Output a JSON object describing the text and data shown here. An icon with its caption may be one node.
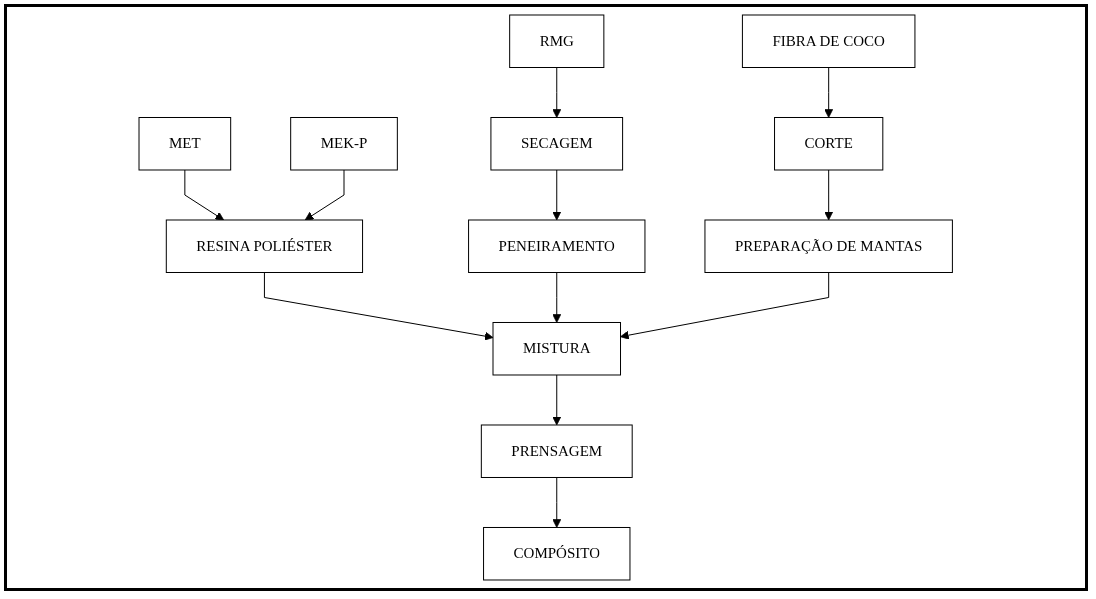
{
  "diagram": {
    "nodes": [
      {
        "text": [
          "RMG"
        ]
      },
      {
        "text": [
          "MET"
        ]
      },
      {
        "text": [
          "RESINA POLIÉSTER"
        ]
      },
      {
        "text": [
          "MEK-P"
        ]
      },
      {
        "text": [
          "FIBRA DE COCO"
        ]
      },
      {
        "text": [
          "SECAGEM"
        ]
      },
      {
        "text": [
          "CORTE"
        ]
      },
      {
        "text": [
          "PENEIRAMENTO"
        ]
      },
      {
        "text": [
          "MISTURA"
        ]
      },
      {
        "text": [
          "PREPARAÇÃO DE MANTAS"
        ]
      },
      {
        "text": [
          "PRENSAGEM"
        ]
      },
      {
        "text": [
          "COMPÓSITO"
        ]
      }
    ],
    "edges": [
      {
        "from": 0,
        "to": 5,
        "arrow": "to"
      },
      {
        "from": 1,
        "to": 2,
        "arrow": "to"
      },
      {
        "from": 3,
        "to": 2,
        "arrow": "to"
      },
      {
        "from": 5,
        "to": 7,
        "arrow": "to"
      },
      {
        "from": 2,
        "to": 8,
        "arrow": "to"
      },
      {
        "from": 4,
        "to": 6,
        "arrow": "to"
      },
      {
        "from": 6,
        "to": 9,
        "arrow": "to"
      },
      {
        "from": 7,
        "to": 8,
        "arrow": "to"
      },
      {
        "from": 9,
        "to": 8,
        "arrow": "to"
      },
      {
        "from": 8,
        "to": 10,
        "arrow": "to"
      },
      {
        "from": 10,
        "to": 11,
        "arrow": "to"
      }
    ]
  }
}
